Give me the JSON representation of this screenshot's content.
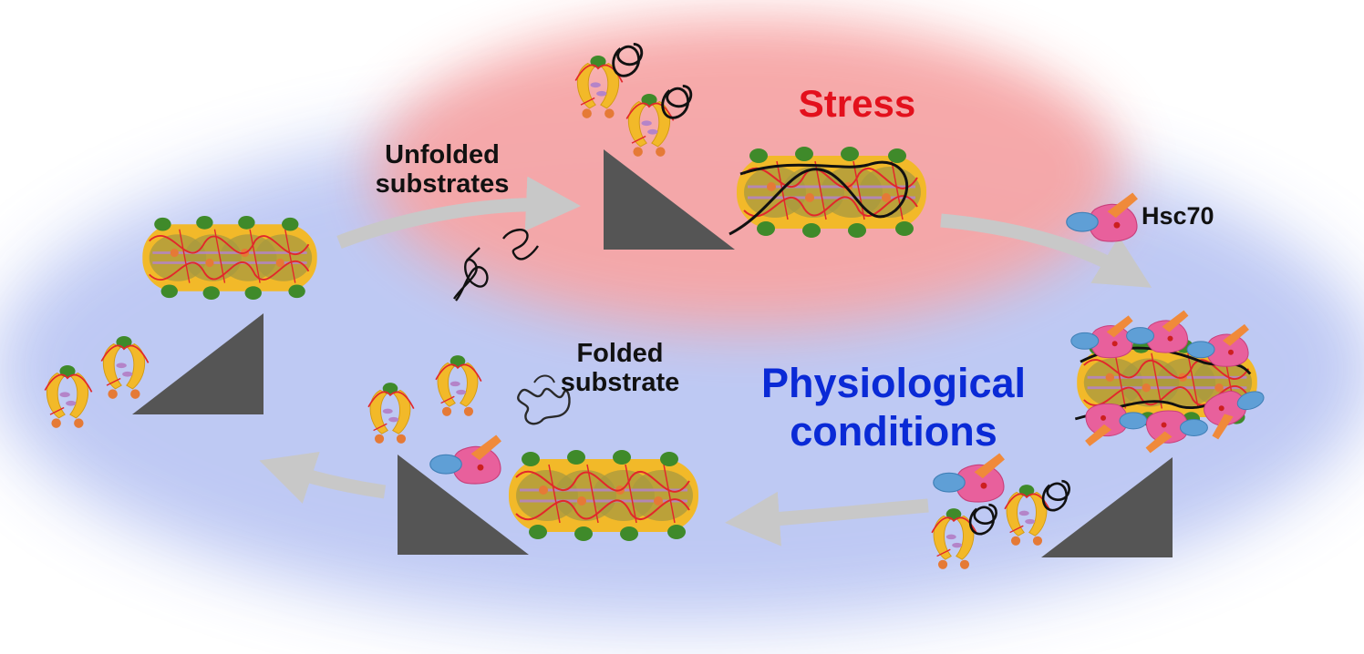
{
  "labels": {
    "unfolded": "Unfolded\nsubstrates",
    "stress": "Stress",
    "hsc70": "Hsc70",
    "folded": "Folded\nsubstrate",
    "physiological": "Physiological\nconditions"
  },
  "colors": {
    "stress_region": "#f7a6a6",
    "physiological_region": "#b9c5f3",
    "arrow": "#c8c8c8",
    "wedge": "#555555",
    "monomer_body": "#f2b929",
    "monomer_cap": "#3f8a2a",
    "monomer_foot": "#e57a36",
    "monomer_linker": "#e2272b",
    "hsc70_body": "#e8609c",
    "hsc70_domain": "#5f9fd6",
    "hsc70_lid": "#f08a3a",
    "substrate_strand": "#111111"
  },
  "icons": {
    "oligomer": "hsp-oligomer-icon",
    "dimer": "hsp-dimer-icon",
    "wedge": "triangle-wedge-icon",
    "hsc70": "hsc70-chaperone-icon",
    "unfolded_strand": "unfolded-protein-icon",
    "folded_protein": "folded-protein-icon"
  }
}
